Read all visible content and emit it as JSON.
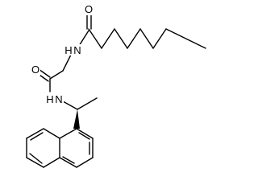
{
  "molecule": {
    "atom_labels": {
      "amide_o_top": "O",
      "amide_nh_top": "N",
      "amide_h_top": "H",
      "amide_o_mid": "O",
      "amide_nh_mid": "N",
      "amide_h_mid": "H"
    },
    "stereo": {
      "wedge_bond": "solid"
    },
    "colors": {
      "bond": "#000000",
      "background": "#ffffff"
    }
  }
}
